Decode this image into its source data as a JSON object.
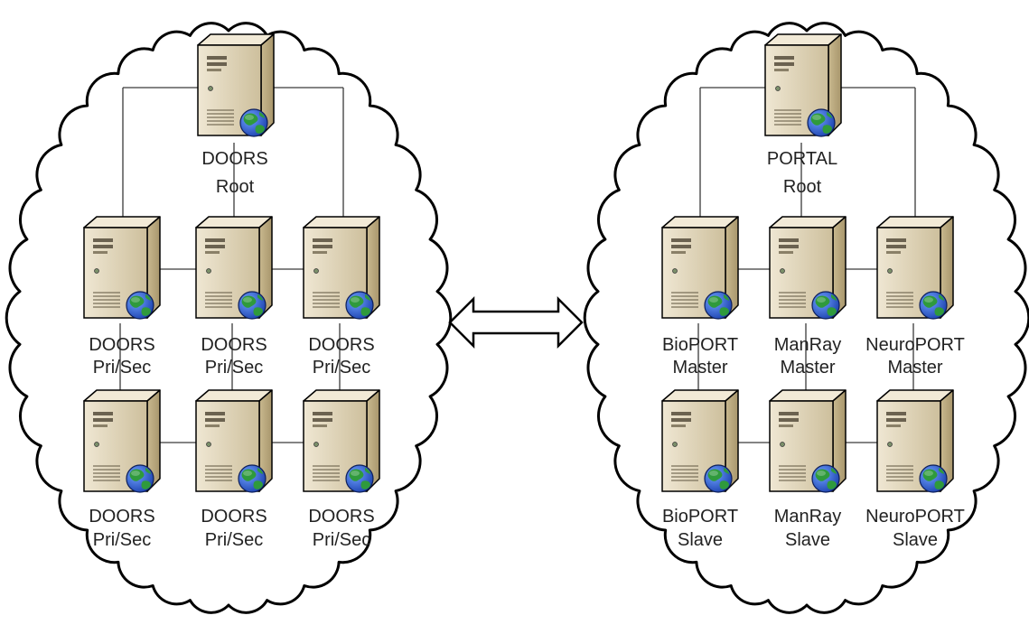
{
  "colors": {
    "background": "#ffffff",
    "outline": "#000000",
    "connector": "#3a3a3a",
    "server_front": "#d9cdb0",
    "server_side": "#b9a983",
    "server_top": "#ece4cf",
    "globe_ocean": "#2e5fd6",
    "globe_land": "#2f9a3c"
  },
  "clouds": [
    {
      "id": "doors",
      "servers": [
        {
          "id": "doors-root",
          "lines": [
            "DOORS",
            "Root"
          ]
        },
        {
          "id": "doors-pri-sec-1",
          "lines": [
            "DOORS",
            "Pri/Sec"
          ]
        },
        {
          "id": "doors-pri-sec-2",
          "lines": [
            "DOORS",
            "Pri/Sec"
          ]
        },
        {
          "id": "doors-pri-sec-3",
          "lines": [
            "DOORS",
            "Pri/Sec"
          ]
        },
        {
          "id": "doors-pri-sec-4",
          "lines": [
            "DOORS",
            "Pri/Sec"
          ]
        },
        {
          "id": "doors-pri-sec-5",
          "lines": [
            "DOORS",
            "Pri/Sec"
          ]
        },
        {
          "id": "doors-pri-sec-6",
          "lines": [
            "DOORS",
            "Pri/Sec"
          ]
        }
      ]
    },
    {
      "id": "portal",
      "servers": [
        {
          "id": "portal-root",
          "lines": [
            "PORTAL",
            "Root"
          ]
        },
        {
          "id": "bioport-master",
          "lines": [
            "BioPORT",
            "Master"
          ]
        },
        {
          "id": "manray-master",
          "lines": [
            "ManRay",
            "Master"
          ]
        },
        {
          "id": "neuroport-master",
          "lines": [
            "NeuroPORT",
            "Master"
          ]
        },
        {
          "id": "bioport-slave",
          "lines": [
            "BioPORT",
            "Slave"
          ]
        },
        {
          "id": "manray-slave",
          "lines": [
            "ManRay",
            "Slave"
          ]
        },
        {
          "id": "neuroport-slave",
          "lines": [
            "NeuroPORT",
            "Slave"
          ]
        }
      ]
    }
  ],
  "connector_arrow": "bidirectional",
  "icons": {
    "server": "server-icon",
    "globe": "globe-icon",
    "cloud": "cloud-shape",
    "arrow": "double-arrow-icon"
  }
}
